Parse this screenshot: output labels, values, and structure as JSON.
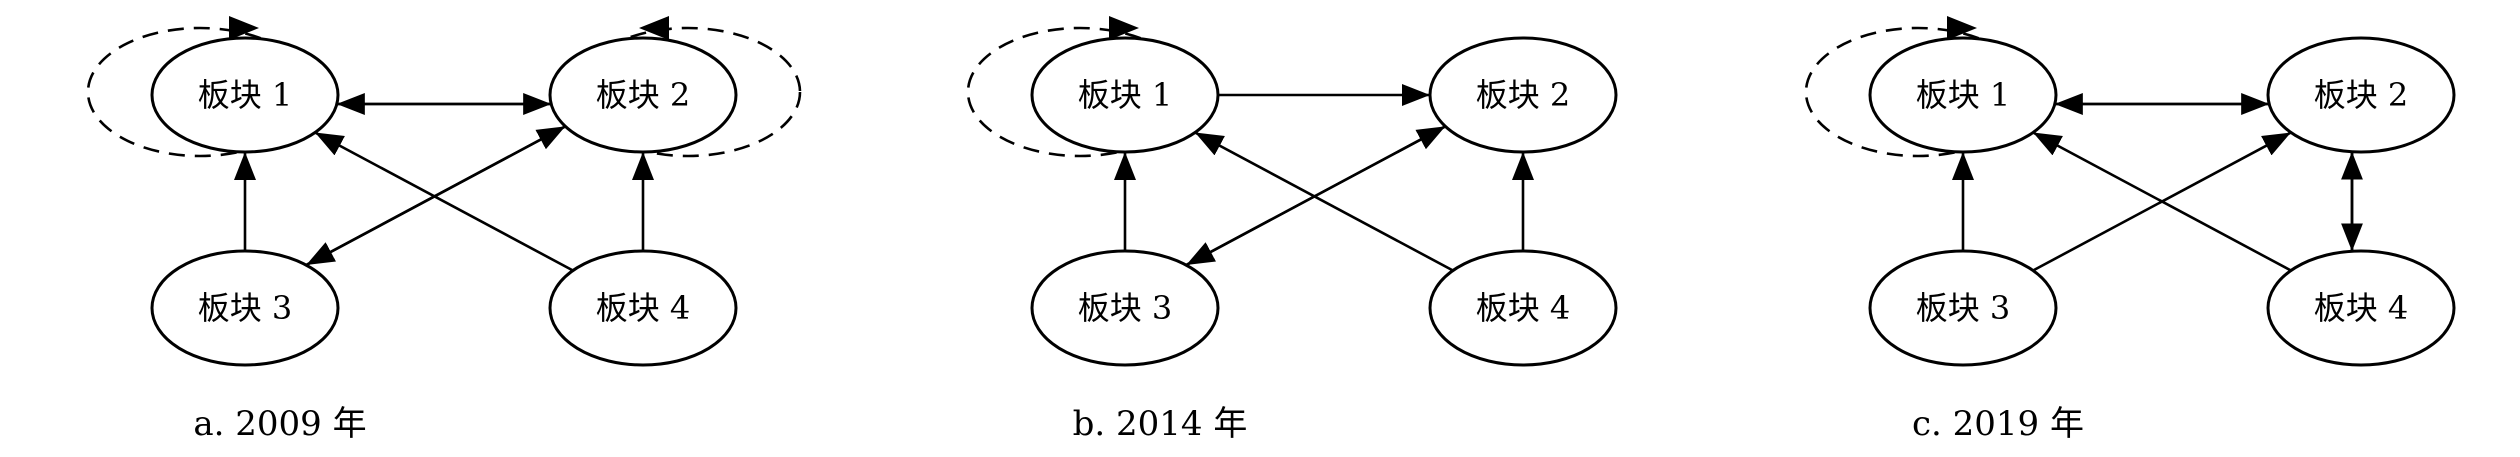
{
  "panels": [
    {
      "caption": "a. 2009 年",
      "nodes": [
        {
          "id": "n1",
          "label": "板块 1"
        },
        {
          "id": "n2",
          "label": "板块 2"
        },
        {
          "id": "n3",
          "label": "板块 3"
        },
        {
          "id": "n4",
          "label": "板块 4"
        }
      ],
      "self_loops": [
        "n1",
        "n2"
      ],
      "edges": [
        {
          "from": "n2",
          "to": "n1"
        },
        {
          "from": "n1",
          "to": "n2"
        },
        {
          "from": "n3",
          "to": "n1"
        },
        {
          "from": "n4",
          "to": "n1"
        },
        {
          "from": "n3",
          "to": "n2"
        },
        {
          "from": "n2",
          "to": "n3"
        },
        {
          "from": "n4",
          "to": "n2"
        }
      ]
    },
    {
      "caption": "b. 2014 年",
      "nodes": [
        {
          "id": "n1",
          "label": "板块 1"
        },
        {
          "id": "n2",
          "label": "板块 2"
        },
        {
          "id": "n3",
          "label": "板块 3"
        },
        {
          "id": "n4",
          "label": "板块 4"
        }
      ],
      "self_loops": [
        "n1"
      ],
      "edges": [
        {
          "from": "n1",
          "to": "n2"
        },
        {
          "from": "n3",
          "to": "n1"
        },
        {
          "from": "n4",
          "to": "n1"
        },
        {
          "from": "n3",
          "to": "n2"
        },
        {
          "from": "n2",
          "to": "n3"
        },
        {
          "from": "n4",
          "to": "n2"
        }
      ]
    },
    {
      "caption": "c. 2019 年",
      "nodes": [
        {
          "id": "n1",
          "label": "板块 1"
        },
        {
          "id": "n2",
          "label": "板块 2"
        },
        {
          "id": "n3",
          "label": "板块 3"
        },
        {
          "id": "n4",
          "label": "板块 4"
        }
      ],
      "self_loops": [
        "n1"
      ],
      "edges": [
        {
          "from": "n2",
          "to": "n1"
        },
        {
          "from": "n1",
          "to": "n2"
        },
        {
          "from": "n3",
          "to": "n1"
        },
        {
          "from": "n4",
          "to": "n1"
        },
        {
          "from": "n3",
          "to": "n2"
        },
        {
          "from": "n4",
          "to": "n2"
        },
        {
          "from": "n2",
          "to": "n4"
        }
      ]
    }
  ]
}
